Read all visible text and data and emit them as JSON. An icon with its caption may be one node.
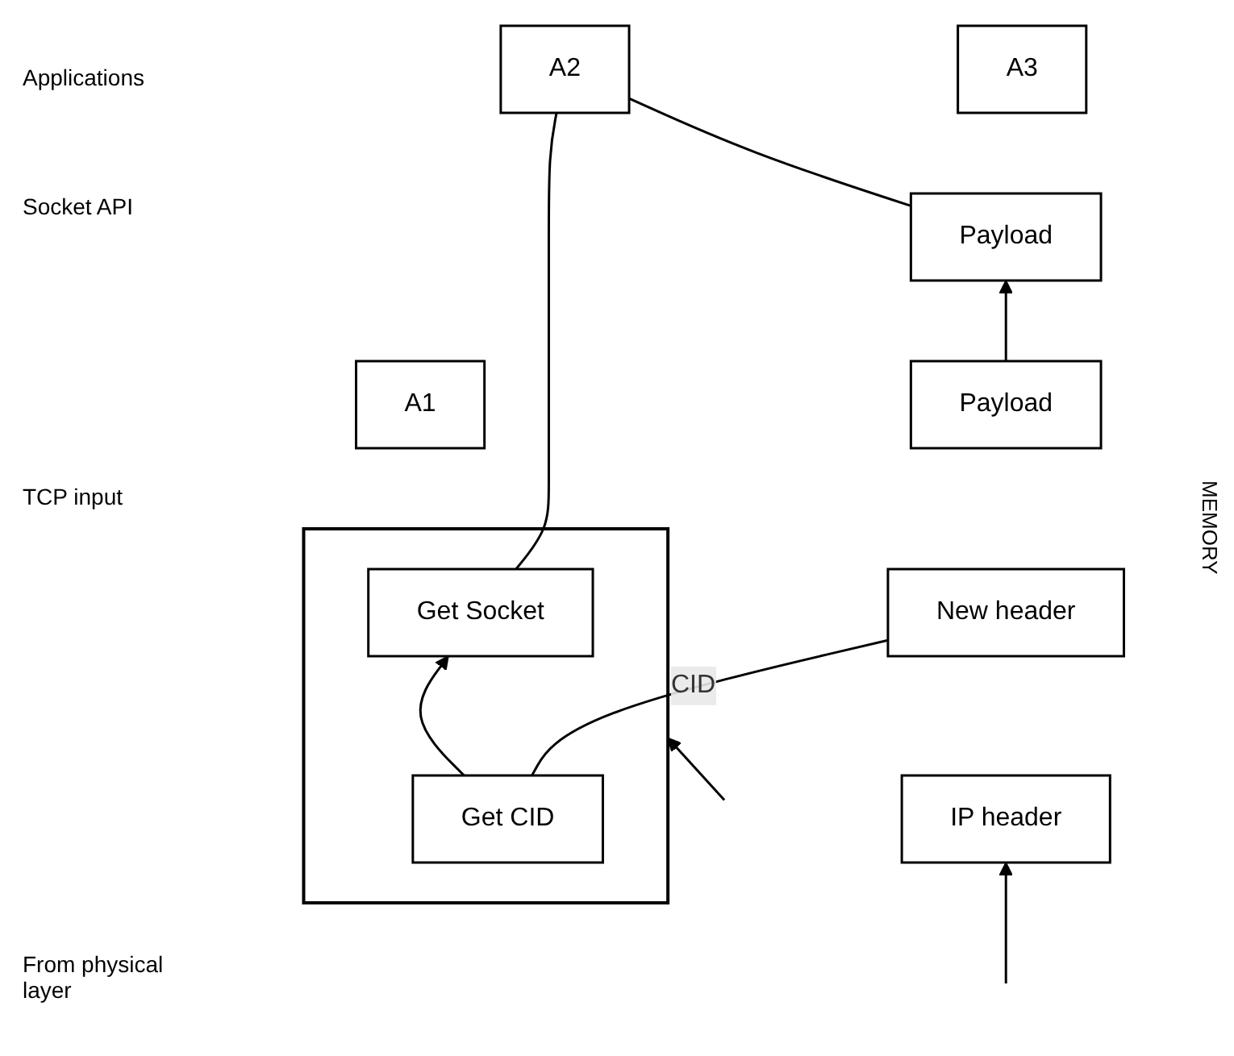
{
  "diagram": {
    "nodes": [
      {
        "text": [
          "A1"
        ]
      },
      {
        "text": [
          "A2"
        ]
      },
      {
        "text": [
          "A3"
        ]
      },
      {
        "text": [],
        "shape": "box"
      },
      {
        "text": [
          "Get Socket"
        ],
        "in": 3
      },
      {
        "text": [
          "Get CID"
        ],
        "in": 3
      },
      {
        "text": [
          "Payload"
        ]
      },
      {
        "text": [
          "Payload"
        ]
      },
      {
        "text": [
          "New header"
        ]
      },
      {
        "text": [
          "IP header"
        ]
      }
    ],
    "edges": [
      {
        "from": 4,
        "to": 1,
        "arrow": "none"
      },
      {
        "from": 6,
        "to": 1,
        "arrow": "none"
      },
      {
        "from": 5,
        "to": 4,
        "arrow": "to"
      },
      {
        "from": 7,
        "to": 6,
        "arrow": "to"
      },
      {
        "from": 5,
        "to": 8,
        "arrow": "none",
        "label": "CID"
      },
      {
        "from": null,
        "to": 3,
        "arrow": "to"
      },
      {
        "from": null,
        "to": 9,
        "arrow": "to"
      }
    ],
    "labels": [
      "Applications",
      "Socket API",
      "TCP input",
      "MEMORY",
      "From physical layer"
    ]
  }
}
